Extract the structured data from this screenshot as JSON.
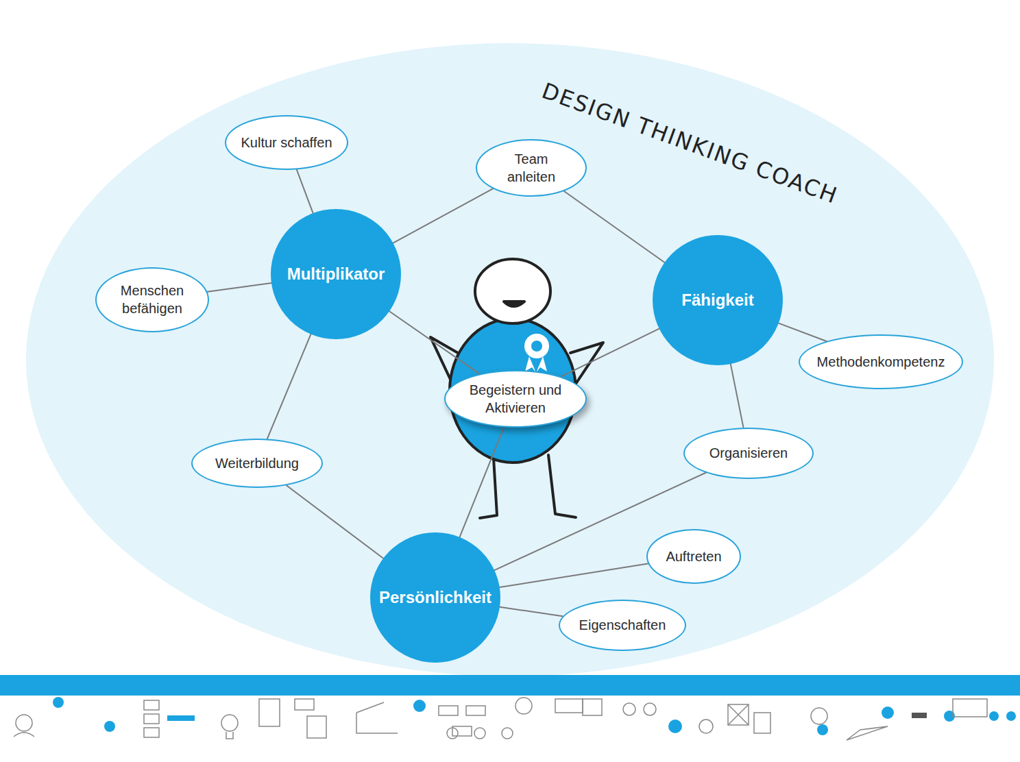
{
  "diagram": {
    "title": "DESIGN THINKING COACH",
    "nodes": [
      {
        "text": [
          "Kultur schaffen"
        ]
      },
      {
        "text": [
          "Team anleiten"
        ]
      },
      {
        "text": [
          "Multiplikator"
        ]
      },
      {
        "text": [
          "Menschen befähigen"
        ]
      },
      {
        "text": [
          "Fähigkeit"
        ]
      },
      {
        "text": [
          "Methodenkompetenz"
        ]
      },
      {
        "text": [
          "Begeistern und Aktivieren"
        ]
      },
      {
        "text": [
          "Organisieren"
        ]
      },
      {
        "text": [
          "Weiterbildung"
        ]
      },
      {
        "text": [
          "Auftreten"
        ]
      },
      {
        "text": [
          "Persönlichkeit"
        ]
      },
      {
        "text": [
          "Eigenschaften"
        ]
      }
    ],
    "edges": [
      {
        "from": 0,
        "to": 2,
        "arrow": "none"
      },
      {
        "from": 3,
        "to": 2,
        "arrow": "none"
      },
      {
        "from": 2,
        "to": 1,
        "arrow": "none"
      },
      {
        "from": 1,
        "to": 4,
        "arrow": "none"
      },
      {
        "from": 2,
        "to": 6,
        "arrow": "none"
      },
      {
        "from": 4,
        "to": 6,
        "arrow": "none"
      },
      {
        "from": 4,
        "to": 5,
        "arrow": "none"
      },
      {
        "from": 4,
        "to": 7,
        "arrow": "none"
      },
      {
        "from": 2,
        "to": 8,
        "arrow": "none"
      },
      {
        "from": 8,
        "to": 10,
        "arrow": "none"
      },
      {
        "from": 10,
        "to": 6,
        "arrow": "none"
      },
      {
        "from": 10,
        "to": 7,
        "arrow": "none"
      },
      {
        "from": 10,
        "to": 9,
        "arrow": "none"
      },
      {
        "from": 10,
        "to": 11,
        "arrow": "none"
      }
    ]
  }
}
